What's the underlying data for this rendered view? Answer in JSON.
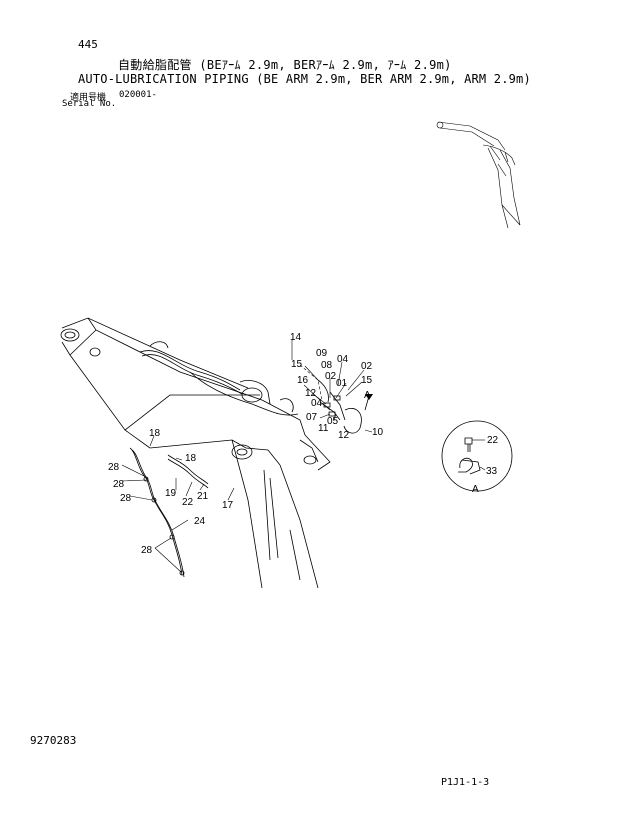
{
  "header": {
    "page_number": "445",
    "title_jp": "自動給脂配管 (BEｱｰﾑ 2.9m, BERｱｰﾑ 2.9m, ｱｰﾑ 2.9m)",
    "title_en": "AUTO-LUBRICATION PIPING (BE ARM 2.9m, BER ARM 2.9m, ARM 2.9m)",
    "serial_label_jp": "適用号機",
    "serial_value": "020001-",
    "serial_label_en": "Serial No."
  },
  "part_labels": {
    "p14": "14",
    "p09": "09",
    "p15a": "15",
    "p08": "08",
    "p04a": "04",
    "p02a": "02",
    "p16": "16",
    "p02b": "02",
    "p01": "01",
    "p15b": "15",
    "p12a": "12",
    "pA1": "A",
    "p04b": "04",
    "p07": "07",
    "p05": "05",
    "p11": "11",
    "p12b": "12",
    "p10": "10",
    "p18a": "18",
    "p18b": "18",
    "p28a": "28",
    "p28b": "28",
    "p28c": "28",
    "p28d": "28",
    "p19": "19",
    "p22": "22",
    "p21": "21",
    "p17": "17",
    "p24": "24"
  },
  "detail": {
    "part_22": "22",
    "part_33": "33",
    "view_label": "A"
  },
  "footer": {
    "document_number": "9270283",
    "reference": "P1J1-1-3"
  }
}
